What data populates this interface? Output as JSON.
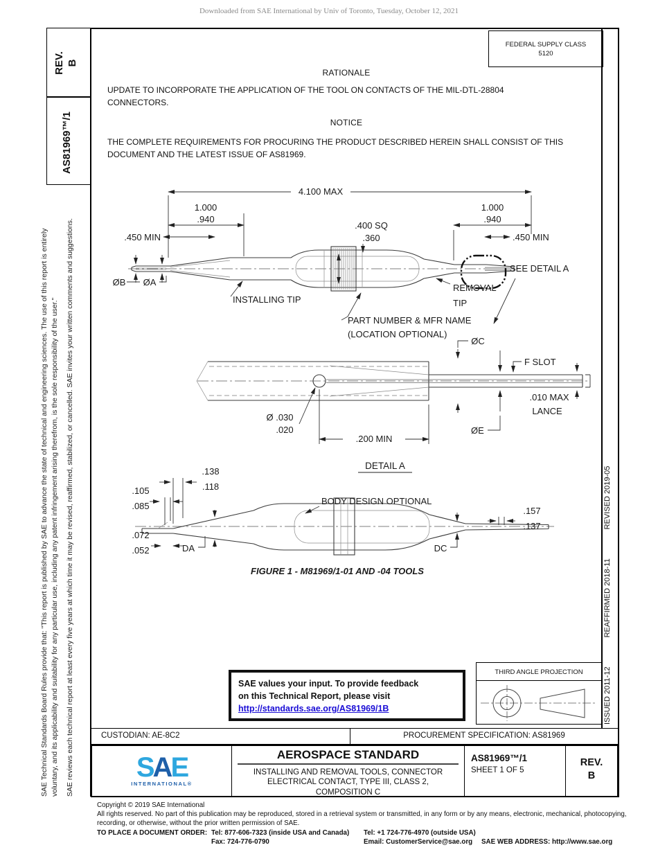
{
  "page": {
    "download_note": "Downloaded from SAE International by Univ of Toronto, Tuesday, October 12, 2021"
  },
  "sidebar_left": {
    "rev_label": "REV.",
    "rev_value": "B",
    "doc_number": "AS81969™/1",
    "legal_para1": "SAE Technical Standards Board Rules provide that: \"This report is published by SAE to advance the state of technical and engineering sciences. The use of this report is entirely voluntary, and its applicability and suitability for any particular use, including any patent infringement arising therefrom, is the sole responsibility of the user.\"",
    "legal_para2": "SAE reviews each technical report at least every five years at which time it may be revised, reaffirmed, stabilized, or cancelled. SAE invites your written comments and suggestions."
  },
  "sidebar_right": {
    "issued": "ISSUED 2011-12",
    "reaffirmed": "REAFFIRMED 2018-11",
    "revised": "REVISED 2019-05"
  },
  "federal_supply_class": {
    "label": "FEDERAL SUPPLY CLASS",
    "value": "5120"
  },
  "rationale": {
    "heading": "RATIONALE",
    "body": "UPDATE TO INCORPORATE THE APPLICATION OF THE TOOL ON CONTACTS OF THE MIL-DTL-28804 CONNECTORS."
  },
  "notice": {
    "heading": "NOTICE",
    "body": "THE COMPLETE REQUIREMENTS FOR PROCURING THE PRODUCT DESCRIBED HEREIN SHALL CONSIST OF THIS DOCUMENT AND THE LATEST ISSUE OF AS81969."
  },
  "figure1": {
    "dim_4100": "4.100 MAX",
    "dim_1000_left_a": "1.000",
    "dim_1000_left_b": ".940",
    "dim_1000_right_a": "1.000",
    "dim_1000_right_b": ".940",
    "dim_400sq_a": ".400 SQ",
    "dim_400sq_b": ".360",
    "dim_450_left": ".450 MIN",
    "dim_450_right": ".450 MIN",
    "dia_b": "ØB",
    "dia_a": "ØA",
    "installing_tip": "INSTALLING TIP",
    "removal_tip_1": "REMOVAL",
    "removal_tip_2": "TIP",
    "see_detail": "SEE DETAIL A",
    "part_number_1": "PART NUMBER & MFR NAME",
    "part_number_2": "(LOCATION OPTIONAL)",
    "dia_c": "ØC",
    "f_slot": "F SLOT",
    "dia_hole_a": "Ø .030",
    "dia_hole_b": ".020",
    "dim_200": ".200 MIN",
    "dia_e": "ØE",
    "lance_a": ".010 MAX",
    "lance_b": "LANCE",
    "detail_heading": "DETAIL A",
    "dim_138": ".138",
    "dim_118": ".118",
    "dim_105": ".105",
    "dim_085": ".085",
    "dim_072": ".072",
    "dim_052": ".052",
    "body_design": "BODY DESIGN OPTIONAL",
    "dim_157": ".157",
    "dim_137": ".137",
    "da": "DA",
    "dc": "DC",
    "caption": "FIGURE 1 - M81969/1-01 AND -04 TOOLS"
  },
  "feedback_box": {
    "line1": "SAE values your input. To provide feedback",
    "line2": "on this Technical Report, please visit",
    "link": "http://standards.sae.org/AS81969/1B"
  },
  "projection_box": {
    "title": "THIRD ANGLE PROJECTION"
  },
  "footer": {
    "custodian": "CUSTODIAN: AE-8C2",
    "procurement": "PROCUREMENT SPECIFICATION: AS81969",
    "standard_type": "AEROSPACE STANDARD",
    "title_line1": "INSTALLING AND REMOVAL TOOLS, CONNECTOR",
    "title_line2": "ELECTRICAL CONTACT, TYPE III, CLASS 2,",
    "title_line3": "COMPOSITION C",
    "doc_number": "AS81969™/1",
    "sheet": "SHEET 1 OF 5",
    "rev_label": "REV.",
    "rev_value": "B",
    "logo_s": "S",
    "logo_a": "A",
    "logo_e": "E",
    "logo_sub": "INTERNATIONAL®"
  },
  "copyright": {
    "line1": "Copyright © 2019 SAE International",
    "line2": "All rights reserved. No part of this publication may be reproduced, stored in a retrieval system or transmitted, in any form or by any means, electronic, mechanical, photocopying,",
    "line3": "recording, or otherwise, without the prior written permission of SAE.",
    "order_label": "TO PLACE A DOCUMENT ORDER:",
    "tel_inside": "Tel: 877-606-7323 (inside USA and Canada)",
    "tel_outside": "Tel: +1 724-776-4970 (outside USA)",
    "fax": "Fax: 724-776-0790",
    "email": "Email: CustomerService@sae.org",
    "web": "SAE WEB ADDRESS: http://www.sae.org"
  },
  "colors": {
    "link_blue": "#1a0dd6",
    "logo_light_blue": "#2ea7df",
    "logo_dark_blue": "#1e5fa9",
    "header_gray": "#8a8a8a"
  }
}
